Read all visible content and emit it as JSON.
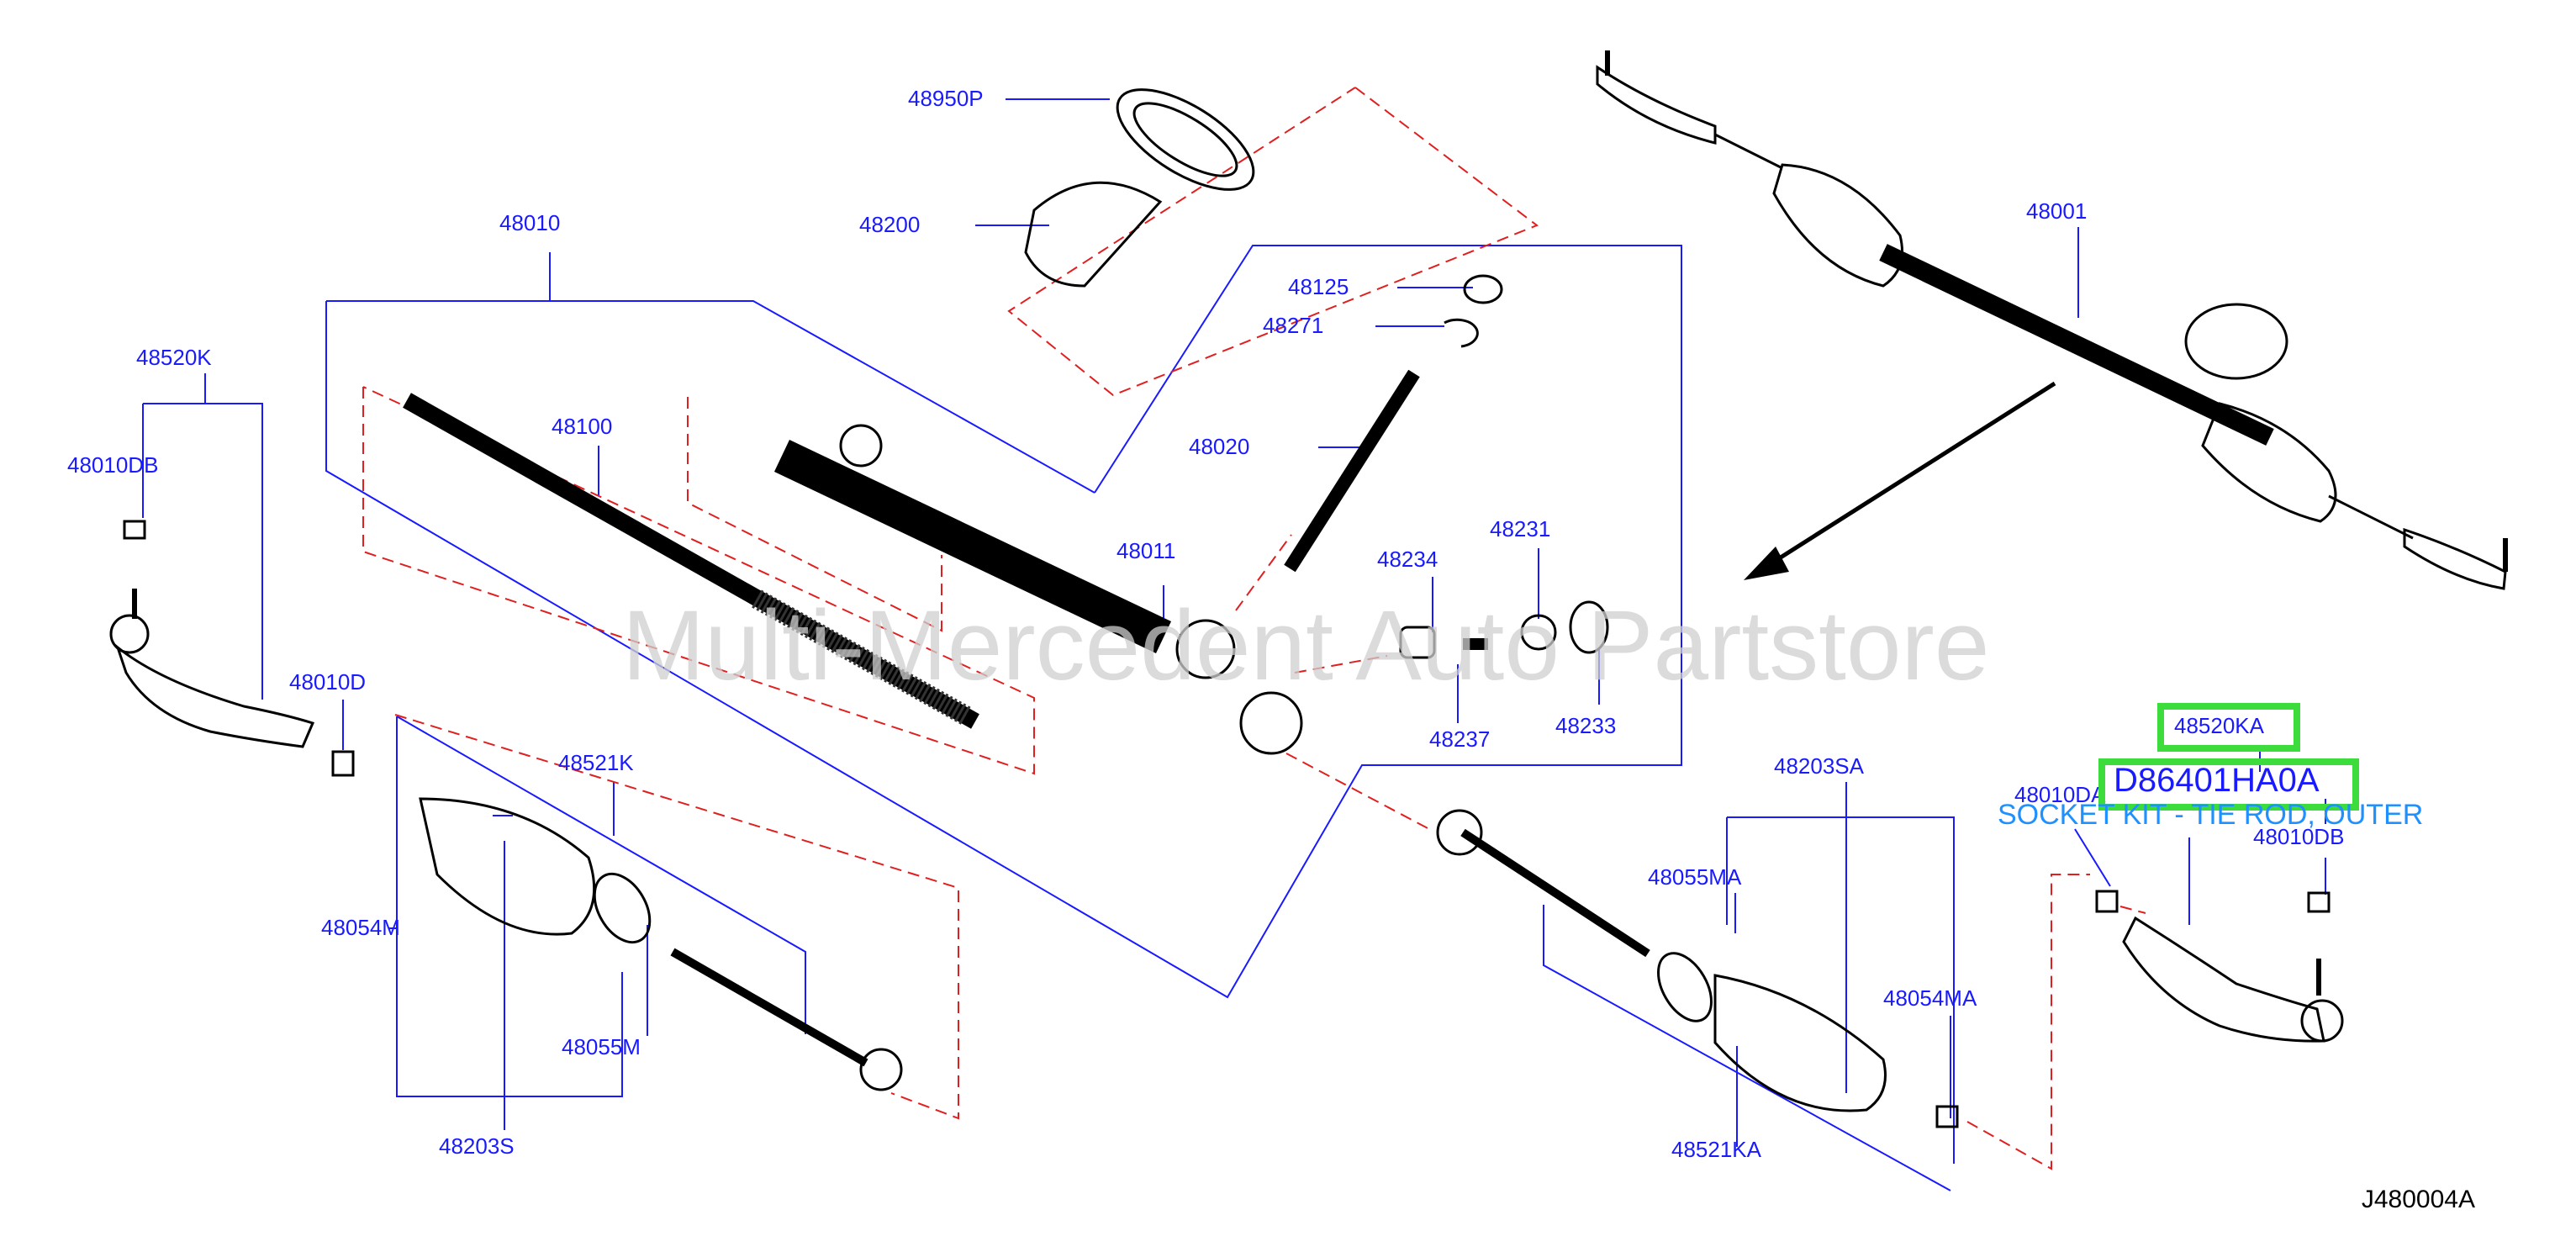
{
  "watermark": "Multi-Mercedent Auto Partstore",
  "diagram_code": "J480004A",
  "highlight": {
    "part": "48520KA",
    "part_number": "D86401HA0A",
    "description": "SOCKET KIT - TIE ROD, OUTER"
  },
  "labels": {
    "p48950P": "48950P",
    "p48200": "48200",
    "p48010": "48010",
    "p48125": "48125",
    "p48271": "48271",
    "p48020": "48020",
    "p48100": "48100",
    "p48011": "48011",
    "p48234": "48234",
    "p48231": "48231",
    "p48237": "48237",
    "p48233": "48233",
    "p48520K": "48520K",
    "p48010DB_left": "48010DB",
    "p48010D": "48010D",
    "p48521K": "48521K",
    "p48054M": "48054M",
    "p48055M": "48055M",
    "p48203S": "48203S",
    "p48001": "48001",
    "p48203SA": "48203SA",
    "p48055MA": "48055MA",
    "p48054MA": "48054MA",
    "p48521KA": "48521KA",
    "p48010DA": "48010DA",
    "p48010DB_right": "48010DB"
  }
}
